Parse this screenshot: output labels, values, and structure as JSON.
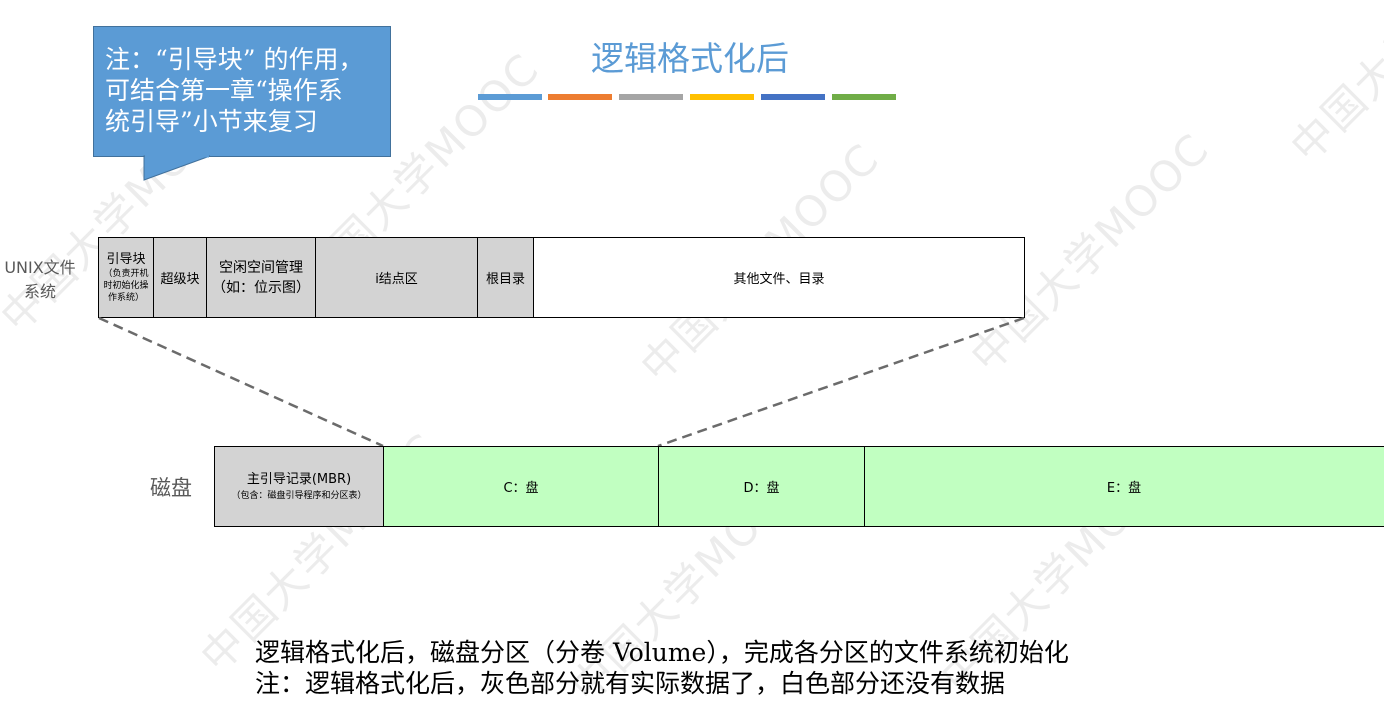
{
  "watermark": "中国大学MOOC",
  "note": {
    "line1": "注：“引导块” 的作用，",
    "line2": "可结合第一章“操作系",
    "line3": "统引导”小节来复习"
  },
  "title": "逻辑格式化后",
  "colors": {
    "bars": [
      "#5b9bd5",
      "#ed7d31",
      "#a5a5a5",
      "#ffc000",
      "#4472c4",
      "#70ad47"
    ],
    "gray_block": "#d3d3d3",
    "green_block": "#c1ffc1",
    "note_bg": "#5b9bd5"
  },
  "unix": {
    "label": "UNIX文件系统",
    "blocks": [
      {
        "title": "引导块",
        "sub": "（负责开机时初始化操作系统）"
      },
      {
        "title": "超级块"
      },
      {
        "title": "空闲空间管理",
        "sub": "（如：位示图）"
      },
      {
        "title": "i结点区"
      },
      {
        "title": "根目录"
      },
      {
        "title": "其他文件、目录"
      }
    ]
  },
  "disk": {
    "label": "磁盘",
    "blocks": [
      {
        "title": "主引导记录(MBR)",
        "sub": "（包含：磁盘引导程序和分区表）"
      },
      {
        "title": "C：盘"
      },
      {
        "title": "D：盘"
      },
      {
        "title": "E：盘"
      }
    ]
  },
  "captions": [
    "逻辑格式化后，磁盘分区（分卷 Volume），完成各分区的文件系统初始化",
    "注：逻辑格式化后，灰色部分就有实际数据了，白色部分还没有数据"
  ]
}
